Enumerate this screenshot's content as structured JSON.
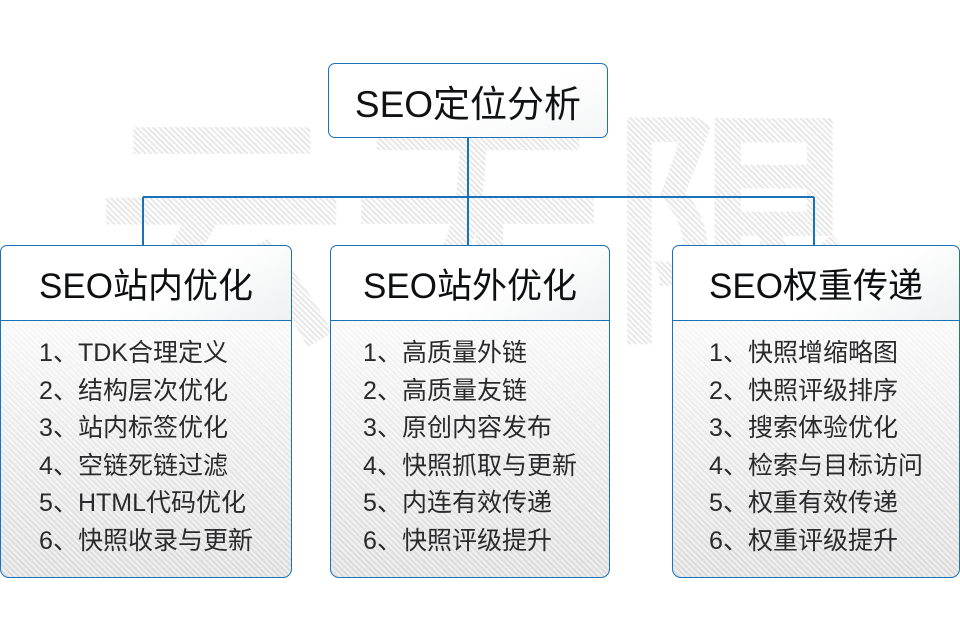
{
  "diagram": {
    "watermark_text": "云无限",
    "accent_color": "#1a72b8",
    "text_color": "#111214",
    "root": {
      "title": "SEO定位分析"
    },
    "branches": [
      {
        "title": "SEO站内优化",
        "items": [
          "1、TDK合理定义",
          "2、结构层次优化",
          "3、站内标签优化",
          "4、空链死链过滤",
          "5、HTML代码优化",
          "6、快照收录与更新"
        ]
      },
      {
        "title": "SEO站外优化",
        "items": [
          "1、高质量外链",
          "2、高质量友链",
          "3、原创内容发布",
          "4、快照抓取与更新",
          "5、内连有效传递",
          "6、快照评级提升"
        ]
      },
      {
        "title": "SEO权重传递",
        "items": [
          "1、快照增缩略图",
          "2、快照评级排序",
          "3、搜索体验优化",
          "4、检索与目标访问",
          "5、权重有效传递",
          "6、权重评级提升"
        ]
      }
    ]
  }
}
